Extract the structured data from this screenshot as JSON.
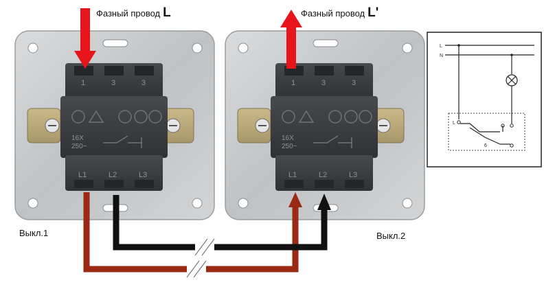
{
  "labels": {
    "phase_in": "Фазный провод",
    "phase_in_letter": "L",
    "phase_out": "Фазный провод",
    "phase_out_letter": "L'",
    "switch1": "Выкл.1",
    "switch2": "Выкл.2"
  },
  "terminals": {
    "top": [
      "1",
      "3",
      "3"
    ],
    "bottom": [
      "L1",
      "L2",
      "L3"
    ],
    "rating": "16X\n250~"
  },
  "schematic": {
    "line_L": "L",
    "line_N": "N",
    "contact_L": "L",
    "contact_num": "6"
  },
  "colors": {
    "phase_arrow": "#e8141c",
    "wire_brown": "#9b2a14",
    "wire_black": "#111111",
    "plate": "#c9ccce",
    "body": "#3b3d40"
  }
}
